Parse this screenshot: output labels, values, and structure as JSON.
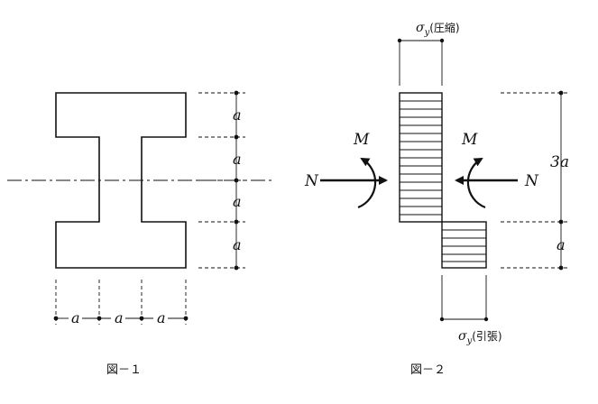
{
  "figure1": {
    "caption": "図－１",
    "dim_label": "a"
  },
  "figure2": {
    "caption": "図－２",
    "sigma_symbol": "σ",
    "sigma_subscript": "y",
    "compression_label": "(圧縮)",
    "tension_label": "(引張)",
    "moment_label": "M",
    "axial_label": "N",
    "height_3a": "3a",
    "height_a": "a"
  }
}
